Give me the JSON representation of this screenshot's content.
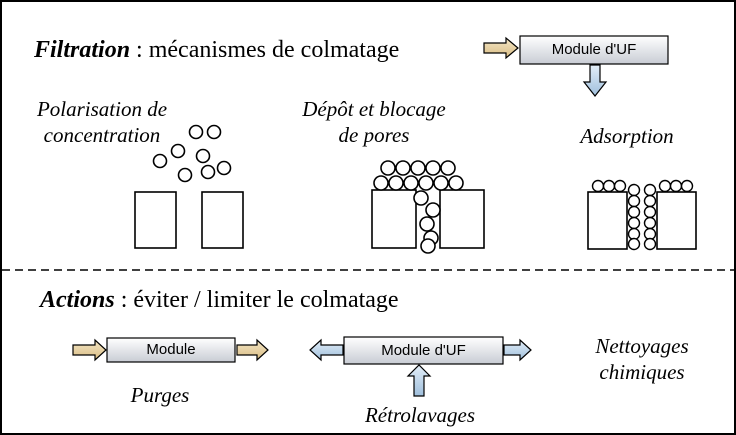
{
  "filtration": {
    "title": "Filtration",
    "subtitle": " : mécanismes de colmatage",
    "module_label": "Module d'UF",
    "mechanisms": {
      "polarisation_line1": "Polarisation de",
      "polarisation_line2": "concentration",
      "depot_line1": "Dépôt et blocage",
      "depot_line2": "de pores",
      "adsorption": "Adsorption"
    }
  },
  "actions": {
    "title": "Actions",
    "subtitle": " : éviter / limiter le colmatage",
    "purge_module_label": "Module",
    "purges": "Purges",
    "retro_module_label": "Module d'UF",
    "retrolavages": "Rétrolavages",
    "nettoyages_line1": "Nettoyages",
    "nettoyages_line2": "chimiques"
  },
  "colors": {
    "tan_arrow": "#e6cf9e",
    "blue_arrow": "#b9d4ec",
    "box_top": "#ffffff",
    "box_bottom": "#c8ccd4"
  }
}
